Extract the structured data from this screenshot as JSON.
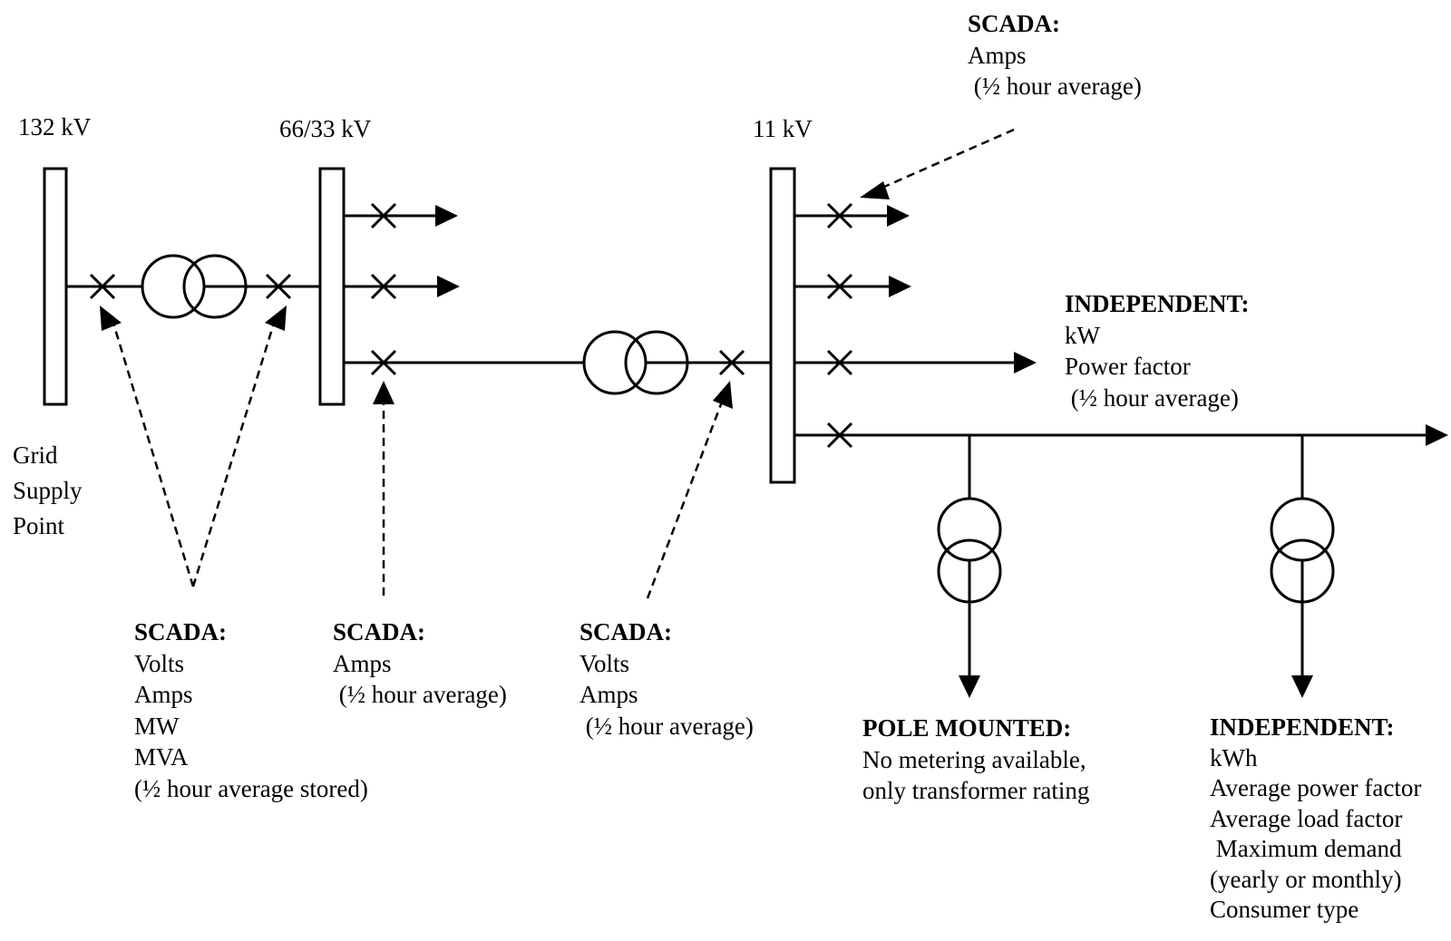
{
  "buses": {
    "b132": "132 kV",
    "b66": "66/33 kV",
    "b11": "11 kV"
  },
  "grid_supply_point": [
    "Grid",
    "Supply",
    "Point"
  ],
  "notes": {
    "scada_top": {
      "heading": "SCADA:",
      "lines": [
        "Amps",
        " (½ hour average)"
      ]
    },
    "independent_mid": {
      "heading": "INDEPENDENT:",
      "lines": [
        "kW",
        "Power factor",
        " (½ hour average)"
      ]
    },
    "scada_left": {
      "heading": "SCADA:",
      "lines": [
        "Volts",
        "Amps",
        "MW",
        "MVA",
        "(½ hour average stored)"
      ]
    },
    "scada_center": {
      "heading": "SCADA:",
      "lines": [
        "Amps",
        " (½ hour average)"
      ]
    },
    "scada_right": {
      "heading": "SCADA:",
      "lines": [
        "Volts",
        "Amps",
        " (½ hour average)"
      ]
    },
    "pole_mounted": {
      "heading": "POLE MOUNTED:",
      "lines": [
        "No metering available,",
        "only transformer rating"
      ]
    },
    "independent_bottom": {
      "heading": "INDEPENDENT:",
      "lines": [
        "kWh",
        "Average power factor",
        "Average load factor",
        " Maximum demand",
        "(yearly or monthly)",
        "Consumer type"
      ]
    }
  }
}
